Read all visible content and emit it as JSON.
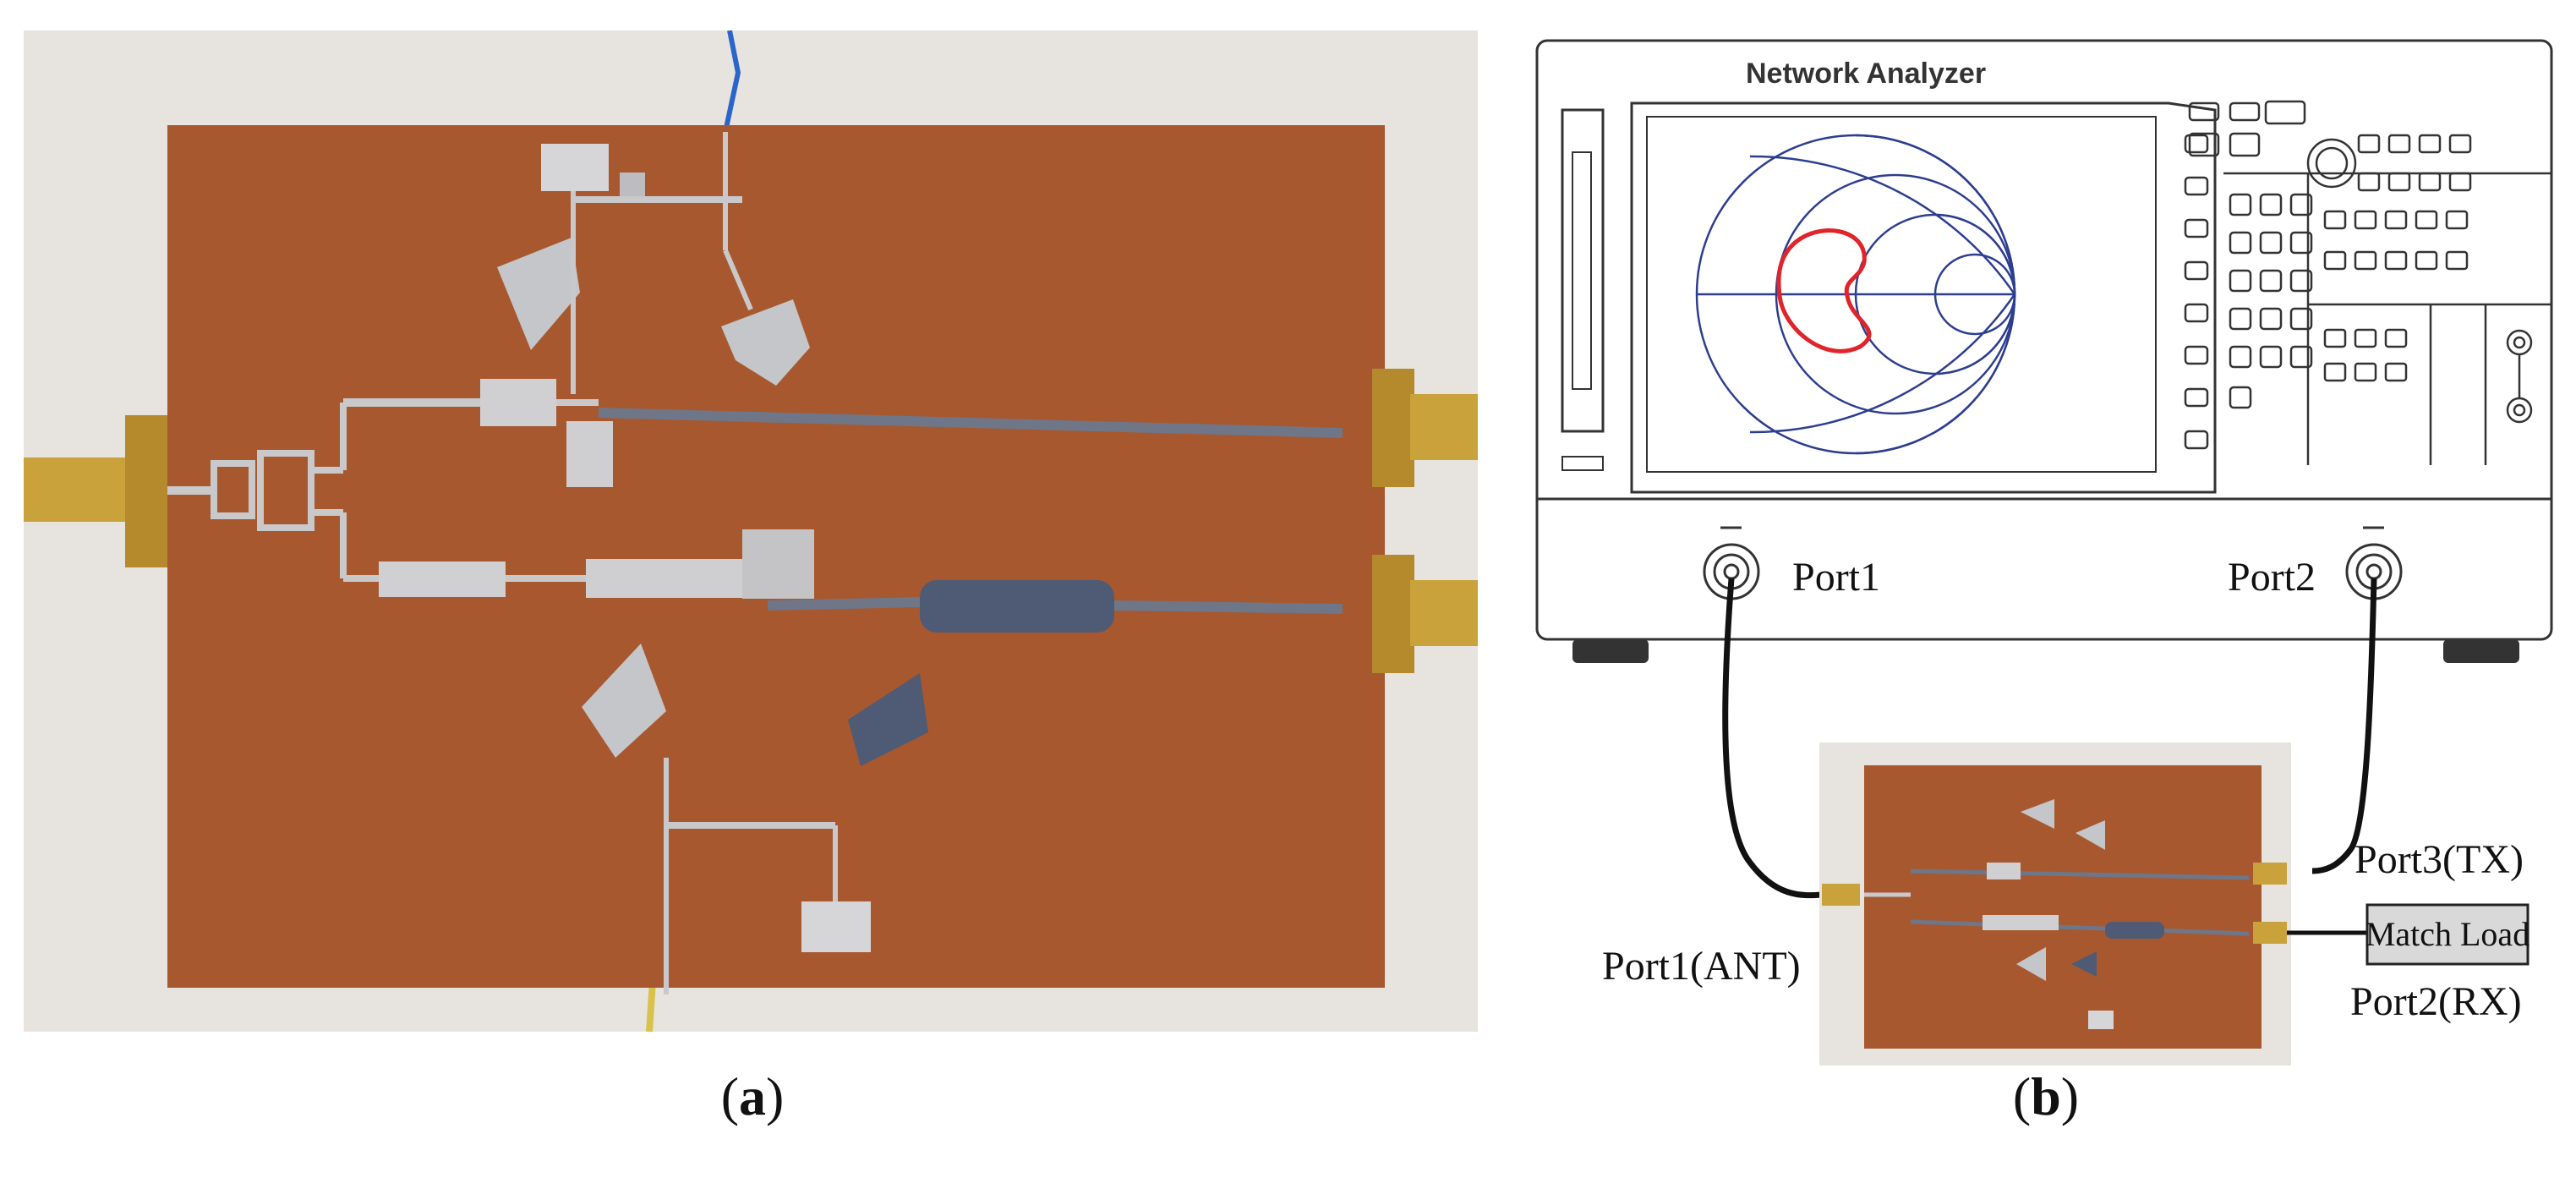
{
  "panel_a": {
    "caption_letter": "a"
  },
  "panel_b": {
    "caption_letter": "b",
    "instrument_title": "Network Analyzer",
    "analyzer_port_1": "Port1",
    "analyzer_port_2": "Port2",
    "dut_port_ant": "Port1(ANT)",
    "dut_port_tx": "Port3(TX)",
    "dut_port_rx": "Port2(RX)",
    "match_load": "Match Load"
  },
  "colors": {
    "pcb_substrate": "#a8582f",
    "copper_trace": "#c9c9cc",
    "sma_gold": "#c9a23b",
    "smith_chart": "#2d3e8f",
    "trace_red": "#e0242a",
    "background_photo": "#e7e4df"
  },
  "icons": [
    "sma-connector-icon",
    "smith-chart-icon",
    "knob-icon",
    "port-connector-icon"
  ]
}
